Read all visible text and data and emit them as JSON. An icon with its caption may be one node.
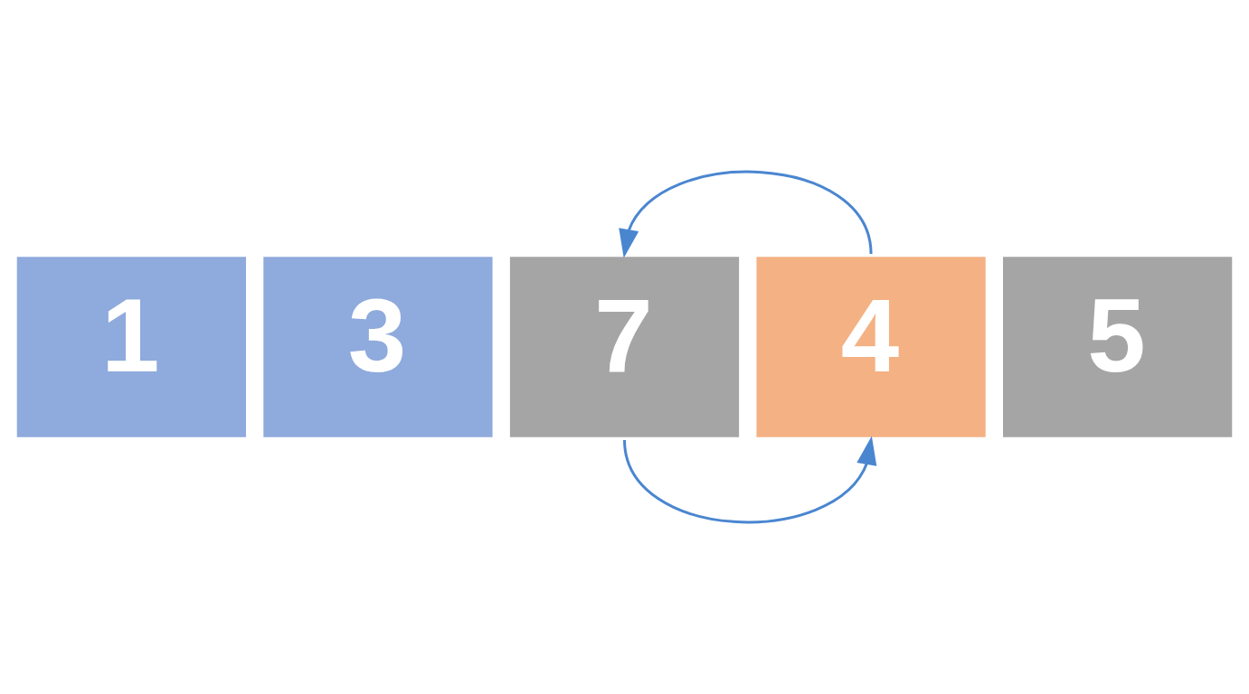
{
  "diagram": {
    "nodes": [
      {
        "text": [
          "1"
        ]
      },
      {
        "text": [
          "3"
        ]
      },
      {
        "text": [
          "7"
        ]
      },
      {
        "text": [
          "4"
        ]
      },
      {
        "text": [
          "5"
        ]
      }
    ],
    "edges": [
      {
        "from": 3,
        "to": 2,
        "arrow": "to"
      },
      {
        "from": 2,
        "to": 3,
        "arrow": "to"
      }
    ]
  }
}
